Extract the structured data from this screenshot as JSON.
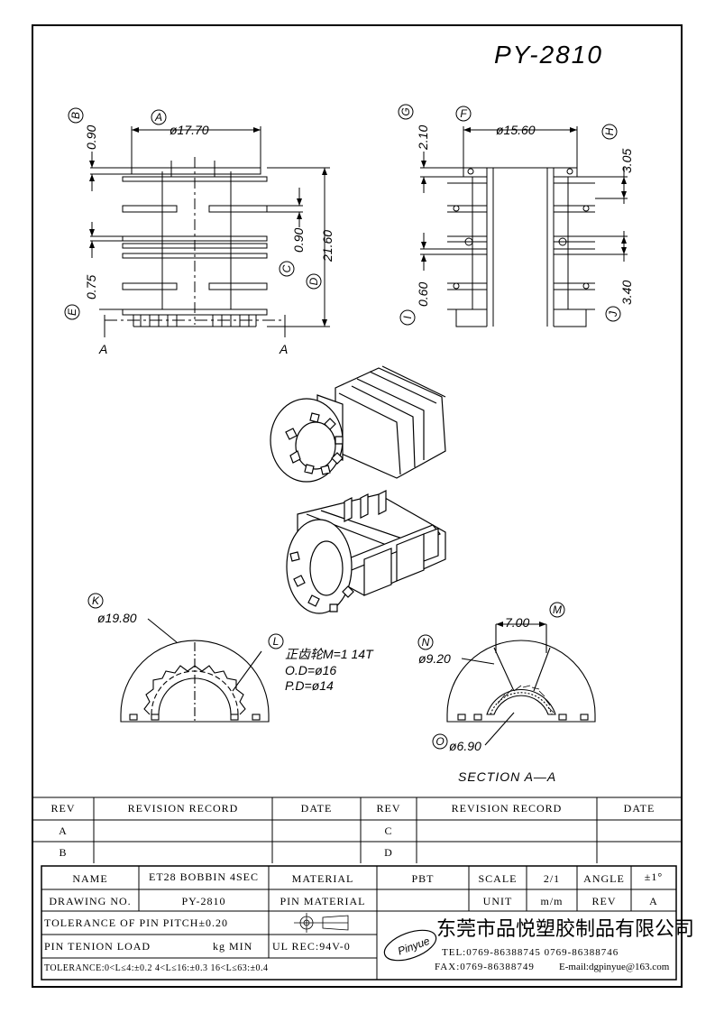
{
  "drawing": {
    "part_no": "PY-2810",
    "section_label": "SECTION  A—A",
    "cut_label": "A"
  },
  "dimensions": {
    "A": {
      "letter": "A",
      "value": "ø17.70"
    },
    "B": {
      "letter": "B",
      "value": "0.90"
    },
    "C": {
      "letter": "C",
      "value": "0.90"
    },
    "D": {
      "letter": "D",
      "value": "21.60"
    },
    "E": {
      "letter": "E",
      "value": "0.75"
    },
    "F": {
      "letter": "F",
      "value": "ø15.60"
    },
    "G": {
      "letter": "G",
      "value": "2.10"
    },
    "H": {
      "letter": "H",
      "value": "3.05"
    },
    "I": {
      "letter": "I",
      "value": "0.60"
    },
    "J": {
      "letter": "J",
      "value": "3.40"
    },
    "K": {
      "letter": "K",
      "value": "ø19.80"
    },
    "L": {
      "letter": "L",
      "line1": "正齿轮M=1  14T",
      "line2": "O.D=ø16",
      "line3": "P.D=ø14"
    },
    "M": {
      "letter": "M",
      "value": "7.00"
    },
    "N": {
      "letter": "N",
      "value": "ø9.20"
    },
    "O": {
      "letter": "O",
      "value": "ø6.90"
    }
  },
  "revision_table": {
    "headers": [
      "REV",
      "REVISION RECORD",
      "DATE",
      "REV",
      "REVISION RECORD",
      "DATE"
    ],
    "rows": [
      [
        "A",
        "",
        "",
        "C",
        "",
        ""
      ],
      [
        "B",
        "",
        "",
        "D",
        "",
        ""
      ]
    ]
  },
  "title_block": {
    "name_label": "NAME",
    "name_value": "ET28 BOBBIN 4SEC",
    "material_label": "MATERIAL",
    "material_value": "PBT",
    "scale_label": "SCALE",
    "scale_value": "2/1",
    "angle_label": "ANGLE",
    "angle_value": "±1°",
    "drawing_no_label": "DRAWING NO.",
    "drawing_no_value": "PY-2810",
    "pin_material_label": "PIN MATERIAL",
    "unit_label": "UNIT",
    "unit_value": "m/m",
    "rev_label": "REV",
    "rev_value": "A",
    "tolerance_pitch": "TOLERANCE OF PIN PITCH±0.20",
    "pin_tension": "PIN TENION LOAD",
    "pin_tension_unit": "kg MIN",
    "ul": "UL REC:94V-0",
    "tolerance_line": "TOLERANCE:0<L≤4:±0.2  4<L≤16:±0.3   16<L≤63:±0.4",
    "company": "东莞市品悦塑胶制品有限公司",
    "logo_text": "Pinyue",
    "tel": "TEL:0769-86388745   0769-86388746",
    "fax": "FAX:0769-86388749",
    "email": "E-mail:dgpinyue@163.com"
  }
}
